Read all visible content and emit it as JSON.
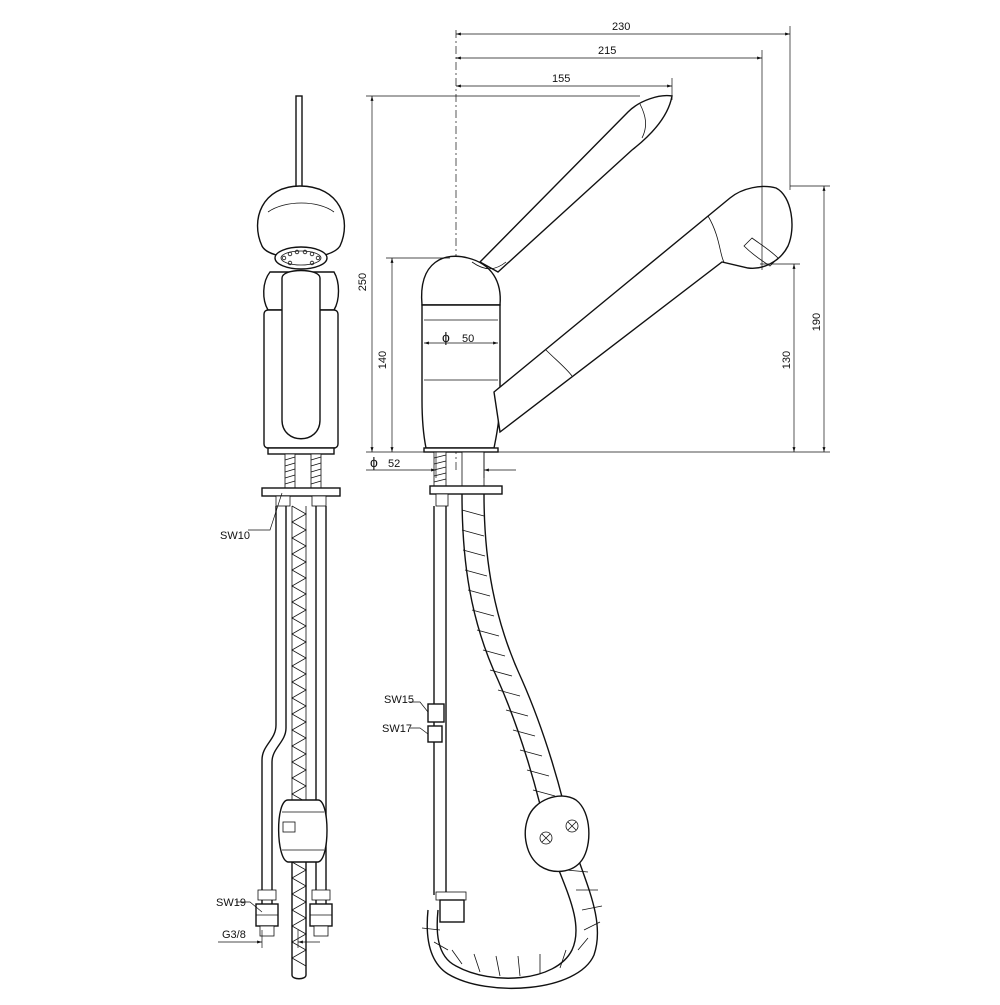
{
  "drawing": {
    "dimensions": {
      "width_230": "230",
      "width_215": "215",
      "width_155": "155",
      "height_250": "250",
      "height_140": "140",
      "height_190": "190",
      "height_130": "130",
      "diameter_50": "50",
      "diameter_52": "52",
      "diameter_symbol": "ϕ"
    },
    "callouts": {
      "sw10": "SW10",
      "sw15": "SW15",
      "sw17": "SW17",
      "sw19": "SW19",
      "g38": "G3/8"
    }
  }
}
